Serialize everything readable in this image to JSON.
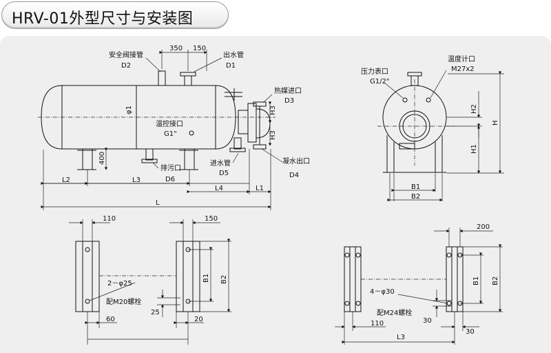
{
  "title": "HRV-01外型尺寸与安装图",
  "front_view": {
    "dims": {
      "d350": "350",
      "d150": "150",
      "d400": "400",
      "L": "L",
      "L1": "L1",
      "L2": "L2",
      "L3": "L3",
      "L4": "L4",
      "H3a": "H3",
      "H3b": "H3",
      "phi1": "φ1"
    },
    "safety_valve": {
      "label": "安全阀接管",
      "code": "D2"
    },
    "water_out": {
      "label": "出水管",
      "code": "D1"
    },
    "steam_in": {
      "label": "热媒进口",
      "code": "D3"
    },
    "temp_ctrl": {
      "label": "温控接口",
      "code": "G1\""
    },
    "drain": {
      "label": "排污口",
      "code": "D6"
    },
    "water_in": {
      "label": "进水管",
      "code": "D5"
    },
    "condensate": {
      "label": "凝水出口",
      "code": "D4"
    }
  },
  "side_view": {
    "pressure": {
      "label": "压力表口",
      "code": "G1/2\""
    },
    "thermo": {
      "label": "温度计口",
      "code": "M27x2"
    },
    "dims": {
      "H": "H",
      "H1": "H1",
      "H2": "H2",
      "B1": "B1",
      "B2": "B2"
    }
  },
  "foundation_left": {
    "dims": {
      "d110": "110",
      "d150": "150",
      "d60": "60",
      "d25": "25",
      "d20": "20",
      "B1": "B1",
      "B2": "B2"
    },
    "holes": "2－φ25",
    "bolts": "配M20螺栓"
  },
  "foundation_right": {
    "dims": {
      "d200": "200",
      "d110": "110",
      "d30a": "30",
      "d30b": "30",
      "L3": "L3",
      "B1": "B1",
      "B2": "B2"
    },
    "holes": "4－φ30",
    "bolts": "配M24螺栓"
  }
}
